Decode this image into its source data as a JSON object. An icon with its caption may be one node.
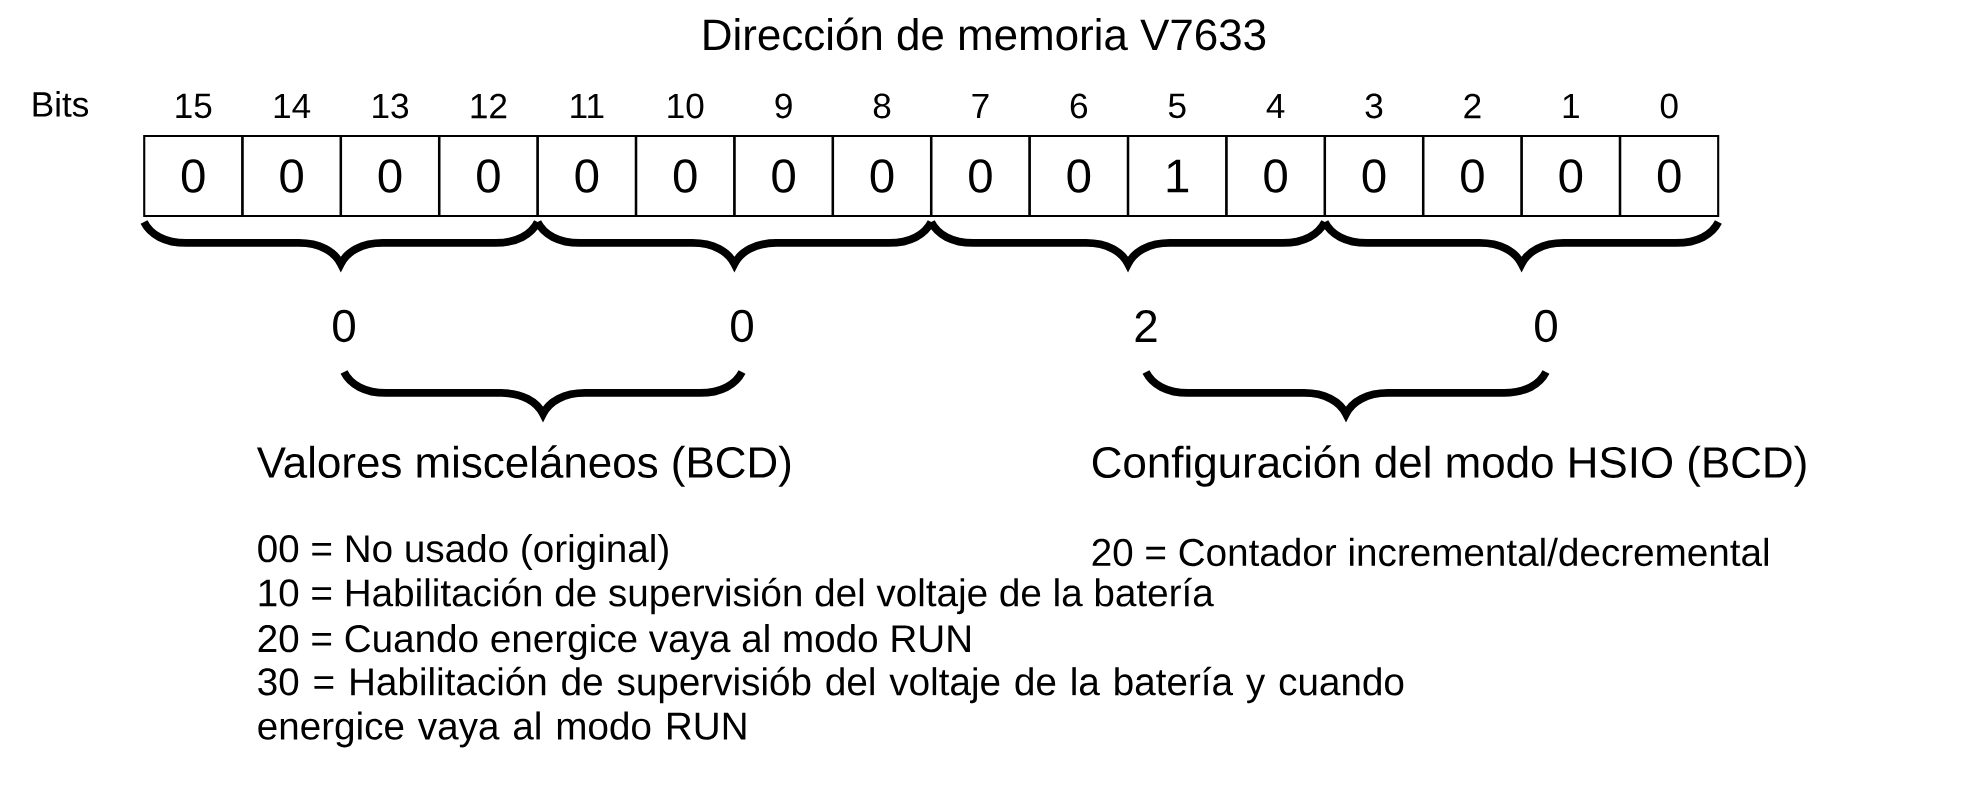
{
  "diagram": {
    "title": "Dirección de memoria V7633",
    "nodes": [
      {
        "text": [
          "0"
        ],
        "beside": [
          "15"
        ]
      },
      {
        "text": [
          "0"
        ],
        "beside": [
          "14"
        ]
      },
      {
        "text": [
          "0"
        ],
        "beside": [
          "13"
        ]
      },
      {
        "text": [
          "0"
        ],
        "beside": [
          "12"
        ]
      },
      {
        "text": [
          "0"
        ],
        "beside": [
          "11"
        ]
      },
      {
        "text": [
          "0"
        ],
        "beside": [
          "10"
        ]
      },
      {
        "text": [
          "0"
        ],
        "beside": [
          "9"
        ]
      },
      {
        "text": [
          "0"
        ],
        "beside": [
          "8"
        ]
      },
      {
        "text": [
          "0"
        ],
        "beside": [
          "7"
        ]
      },
      {
        "text": [
          "0"
        ],
        "beside": [
          "6"
        ]
      },
      {
        "text": [
          "1"
        ],
        "beside": [
          "5"
        ]
      },
      {
        "text": [
          "0"
        ],
        "beside": [
          "4"
        ]
      },
      {
        "text": [
          "0"
        ],
        "beside": [
          "3"
        ]
      },
      {
        "text": [
          "0"
        ],
        "beside": [
          "2"
        ]
      },
      {
        "text": [
          "0"
        ],
        "beside": [
          "1"
        ]
      },
      {
        "text": [
          "0"
        ],
        "beside": [
          "0"
        ]
      }
    ],
    "labels": [
      "Bits",
      "0",
      "0",
      "2",
      "0",
      "Valores misceláneos (BCD)",
      "Configuración del modo HSIO (BCD)",
      "00 = No usado (original)",
      "20 = Contador incremental/decremental",
      "10 = Habilitación de supervisión del voltaje de la batería",
      "20 = Cuando energice vaya al modo RUN",
      "30 = Habilitación de supervisiób del voltaje de la batería y cuando energice vaya al modo RUN"
    ]
  }
}
